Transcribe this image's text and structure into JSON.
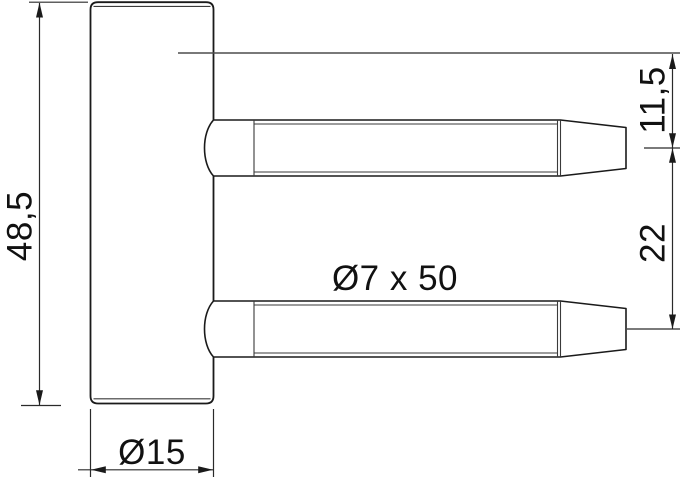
{
  "drawing": {
    "type": "technical-drawing",
    "subject": "hinge part side view with two mounting pins",
    "labels": {
      "overall_height": "48,5",
      "pin_top_offset": "11,5",
      "pin_spacing": "22",
      "pin_size": "Ø7 x 50",
      "body_diameter": "Ø15"
    },
    "colors": {
      "background": "#ffffff",
      "main_line": "#1a1a1a",
      "thin_line": "#3a3a3a",
      "reference_line": "#4d4d4d",
      "text": "#111111"
    }
  }
}
